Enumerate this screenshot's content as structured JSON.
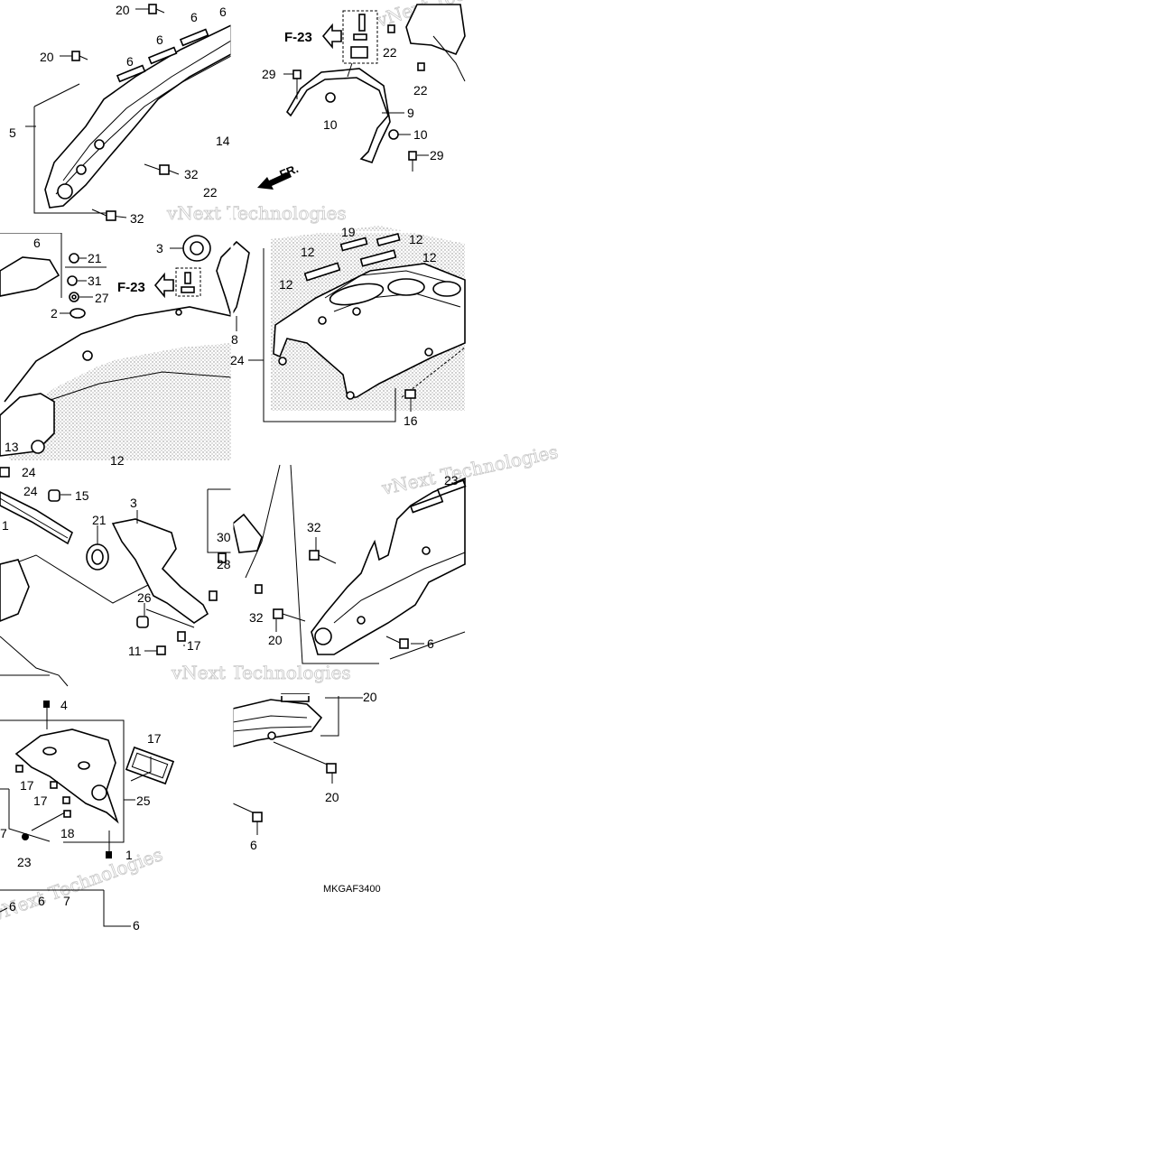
{
  "diagram_code": "MKGAF3400",
  "reference_labels": [
    "F-23",
    "F-23"
  ],
  "direction_label": "FR.",
  "watermark_text": "vNext Technologies",
  "callouts": [
    "20",
    "6",
    "6",
    "20",
    "6",
    "6",
    "5",
    "32",
    "32",
    "14",
    "22",
    "F-23",
    "22",
    "22",
    "29",
    "10",
    "9",
    "10",
    "29",
    "6",
    "21",
    "31",
    "27",
    "2",
    "3",
    "8",
    "13",
    "24",
    "12",
    "12",
    "12",
    "12",
    "12",
    "19",
    "24",
    "16",
    "24",
    "15",
    "3",
    "21",
    "1",
    "26",
    "11",
    "17",
    "30",
    "28",
    "32",
    "32",
    "20",
    "6",
    "23",
    "4",
    "17",
    "17",
    "17",
    "18",
    "25",
    "23",
    "1",
    "7",
    "20",
    "20",
    "6",
    "6",
    "6",
    "7",
    "6"
  ],
  "colors": {
    "line": "#000000",
    "stipple": "#9a9a9a",
    "watermark": "#c8c8c8",
    "background": "#ffffff"
  }
}
